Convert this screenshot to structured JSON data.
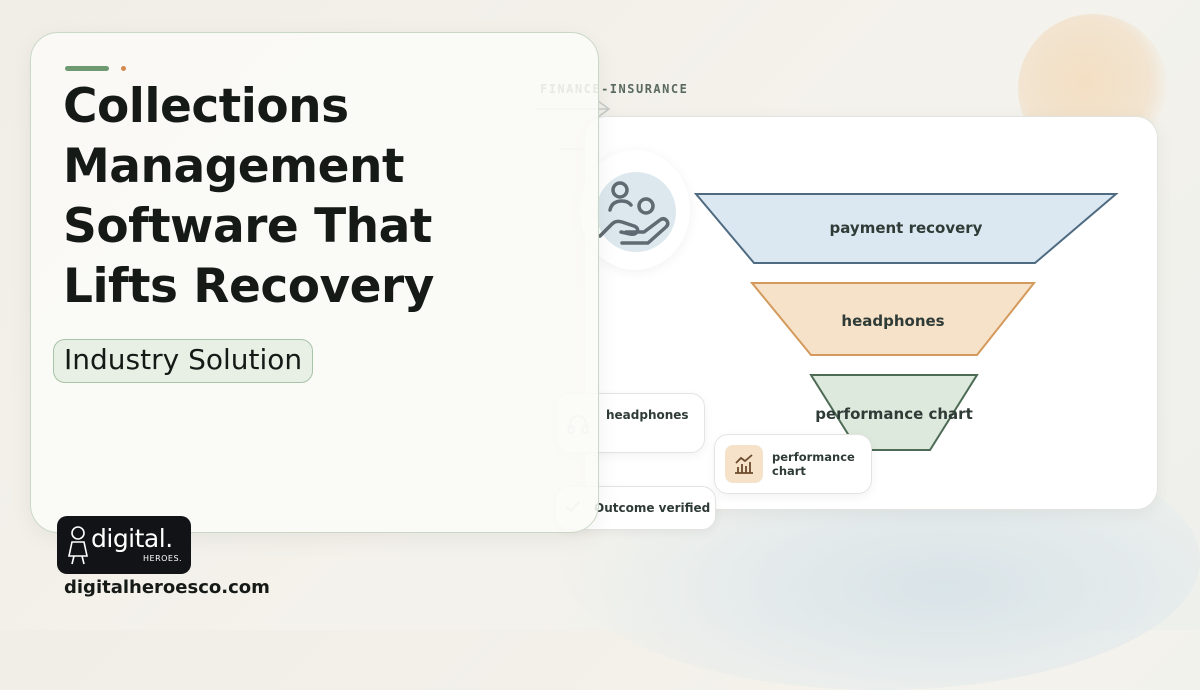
{
  "hero": {
    "title_lines": [
      "Collections",
      "Management",
      "Software That",
      "Lifts Recovery"
    ],
    "tag": "Industry Solution"
  },
  "category": "FINANCE-INSURANCE",
  "funnel": {
    "stages": [
      "payment recovery",
      "headphones",
      "performance chart"
    ]
  },
  "chips": {
    "headphones": "headphones",
    "performance_chart": [
      "performance",
      "chart"
    ],
    "outcome": "Outcome verified"
  },
  "brand": {
    "logo_text": "digital.",
    "logo_sub": "HEROES.",
    "website": "digitalheroesco.com"
  },
  "colors": {
    "stage1_fill": "#dce8f1",
    "stage1_stroke": "#4e6b82",
    "stage2_fill": "#f6e2c9",
    "stage2_stroke": "#d39a5c",
    "stage3_fill": "#dce9dc",
    "stage3_stroke": "#4d6b55",
    "accent_green": "#6e9a72",
    "accent_orange": "#d48a4c"
  }
}
